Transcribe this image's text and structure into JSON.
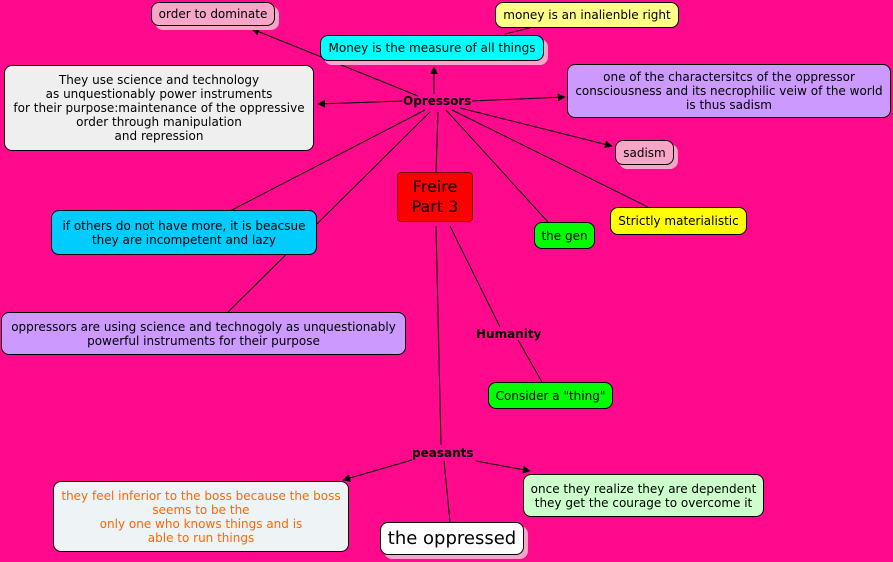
{
  "center": {
    "text": "Freire\nPart 3",
    "color": "#ff0000"
  },
  "link_labels": {
    "oppressors": "Opressors",
    "humanity": "Humanity",
    "peasants": "peasants"
  },
  "concepts": {
    "order_to_dominate": {
      "text": "order to dominate",
      "color": "#f7a6c8"
    },
    "money_inalienable": {
      "text": "money is an inalienble right",
      "color": "#ffff88"
    },
    "money_measure": {
      "text": "Money is the measure of all things",
      "color": "#00ffff"
    },
    "science_tech": {
      "text": "They use science and technology\nas unquestionably power instruments\nfor their purpose:maintenance of the oppressive\norder through manipulation\nand repression",
      "color": "#efefef"
    },
    "necrophilic": {
      "text": "one of the charactersitcs of the oppressor\nconsciousness and its necrophilic veiw of the world\nis thus sadism",
      "color": "#cc99ff"
    },
    "sadism": {
      "text": "sadism",
      "color": "#f7a6c8"
    },
    "incompetent": {
      "text": "if others do not have more, it is beacsue\nthey are incompetent and lazy",
      "color": "#00ccff"
    },
    "the_gen": {
      "text": "the gen",
      "color": "#00ff00"
    },
    "materialistic": {
      "text": "Strictly materialistic",
      "color": "#ffff00"
    },
    "oppressors_science": {
      "text": "oppressors are using science and technogoly as unquestionably\npowerful instruments for their purpose",
      "color": "#cc99ff"
    },
    "consider_thing": {
      "text": "Consider a \"thing\"",
      "color": "#00ff00"
    },
    "feel_inferior": {
      "text": "they feel inferior to the boss because the boss\nseems to be the\nonly one who knows things and is\nable to run things",
      "color": "#eef3f5",
      "text_color": "#ff6600"
    },
    "dependent": {
      "text": "once they realize they are dependent\nthey get the courage to overcome it",
      "color": "#ccffcc"
    },
    "the_oppressed": {
      "text": "the oppressed",
      "color": "#ffffff"
    }
  }
}
